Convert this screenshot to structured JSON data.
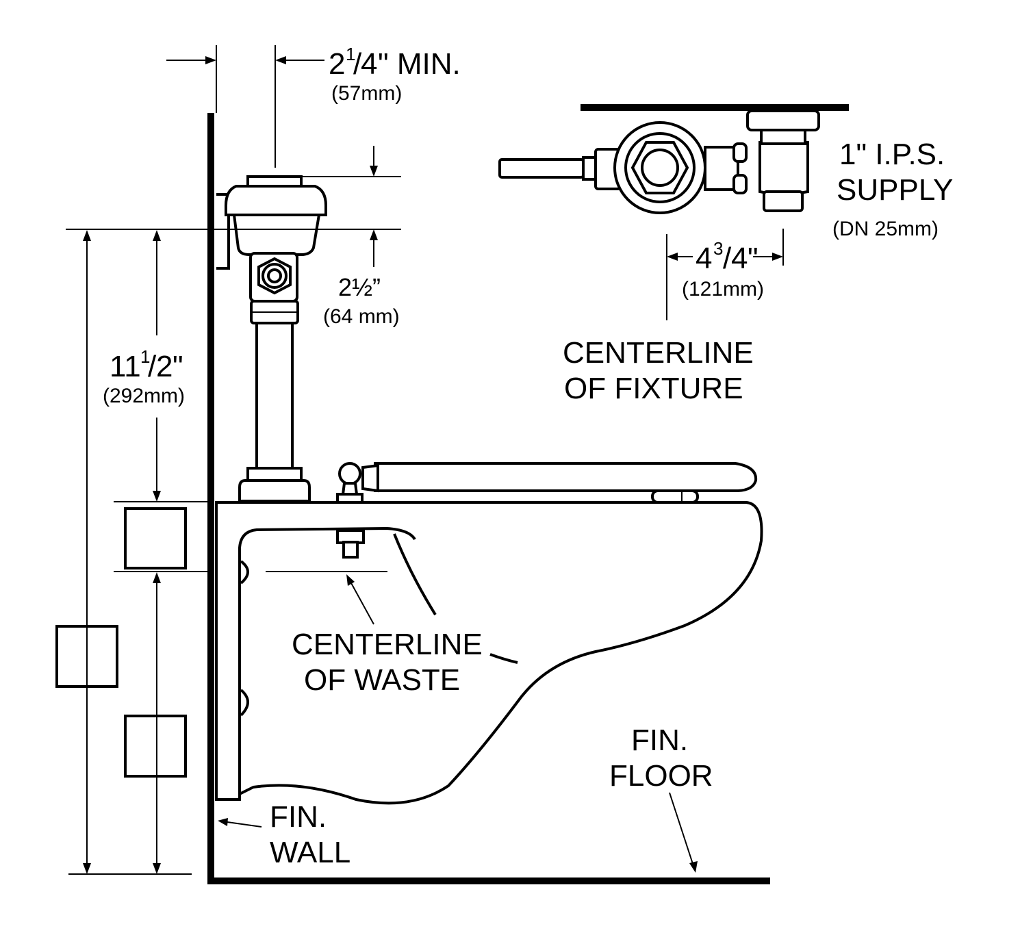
{
  "labels": {
    "top_min": {
      "whole": "2",
      "num": "1",
      "den": "4",
      "unit": "\" MIN.",
      "metric": "(57mm)"
    },
    "valve_h": {
      "text": "2½”",
      "metric": "(64 mm)"
    },
    "height": {
      "whole": "11",
      "num": "1",
      "den": "2",
      "unit": "\"",
      "metric": "(292mm)"
    },
    "offset": {
      "whole": "4",
      "num": "3",
      "den": "4",
      "unit": "\"",
      "metric": "(121mm)"
    },
    "supply": {
      "line1": "1\"  I.P.S.",
      "line2": "SUPPLY",
      "line3": "(DN  25mm)"
    },
    "cl_fixture": {
      "line1": "CENTERLINE",
      "line2": "OF  FIXTURE"
    },
    "cl_waste": {
      "line1": "CENTERLINE",
      "line2": "OF  WASTE"
    },
    "fin_floor": {
      "line1": "FIN.",
      "line2": "FLOOR"
    },
    "fin_wall": {
      "line1": "FIN.",
      "line2": "WALL"
    }
  }
}
